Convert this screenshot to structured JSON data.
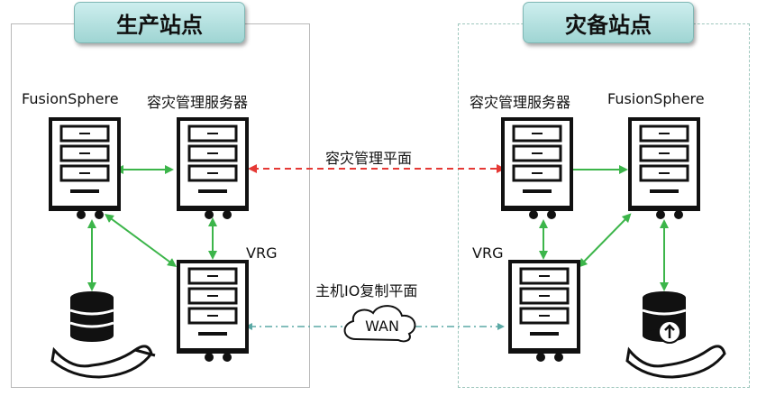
{
  "production_site": {
    "title": "生产站点",
    "fusionsphere_label": "FusionSphere",
    "dr_server_label": "容灾管理服务器",
    "vrg_label": "VRG"
  },
  "dr_site": {
    "title": "灾备站点",
    "dr_server_label": "容灾管理服务器",
    "fusionsphere_label": "FusionSphere",
    "vrg_label": "VRG"
  },
  "links": {
    "dr_management_plane": "容灾管理平面",
    "host_io_replication_plane": "主机IO复制平面",
    "wan_label": "WAN"
  },
  "colors": {
    "green_link": "#3cb54a",
    "red_link": "#e53935",
    "teal_link": "#5ba9a5",
    "title_fill": "#b8e3e2"
  },
  "icons": [
    "server-icon",
    "database-hand-icon",
    "database-cloud-upload-icon",
    "cloud-icon"
  ]
}
